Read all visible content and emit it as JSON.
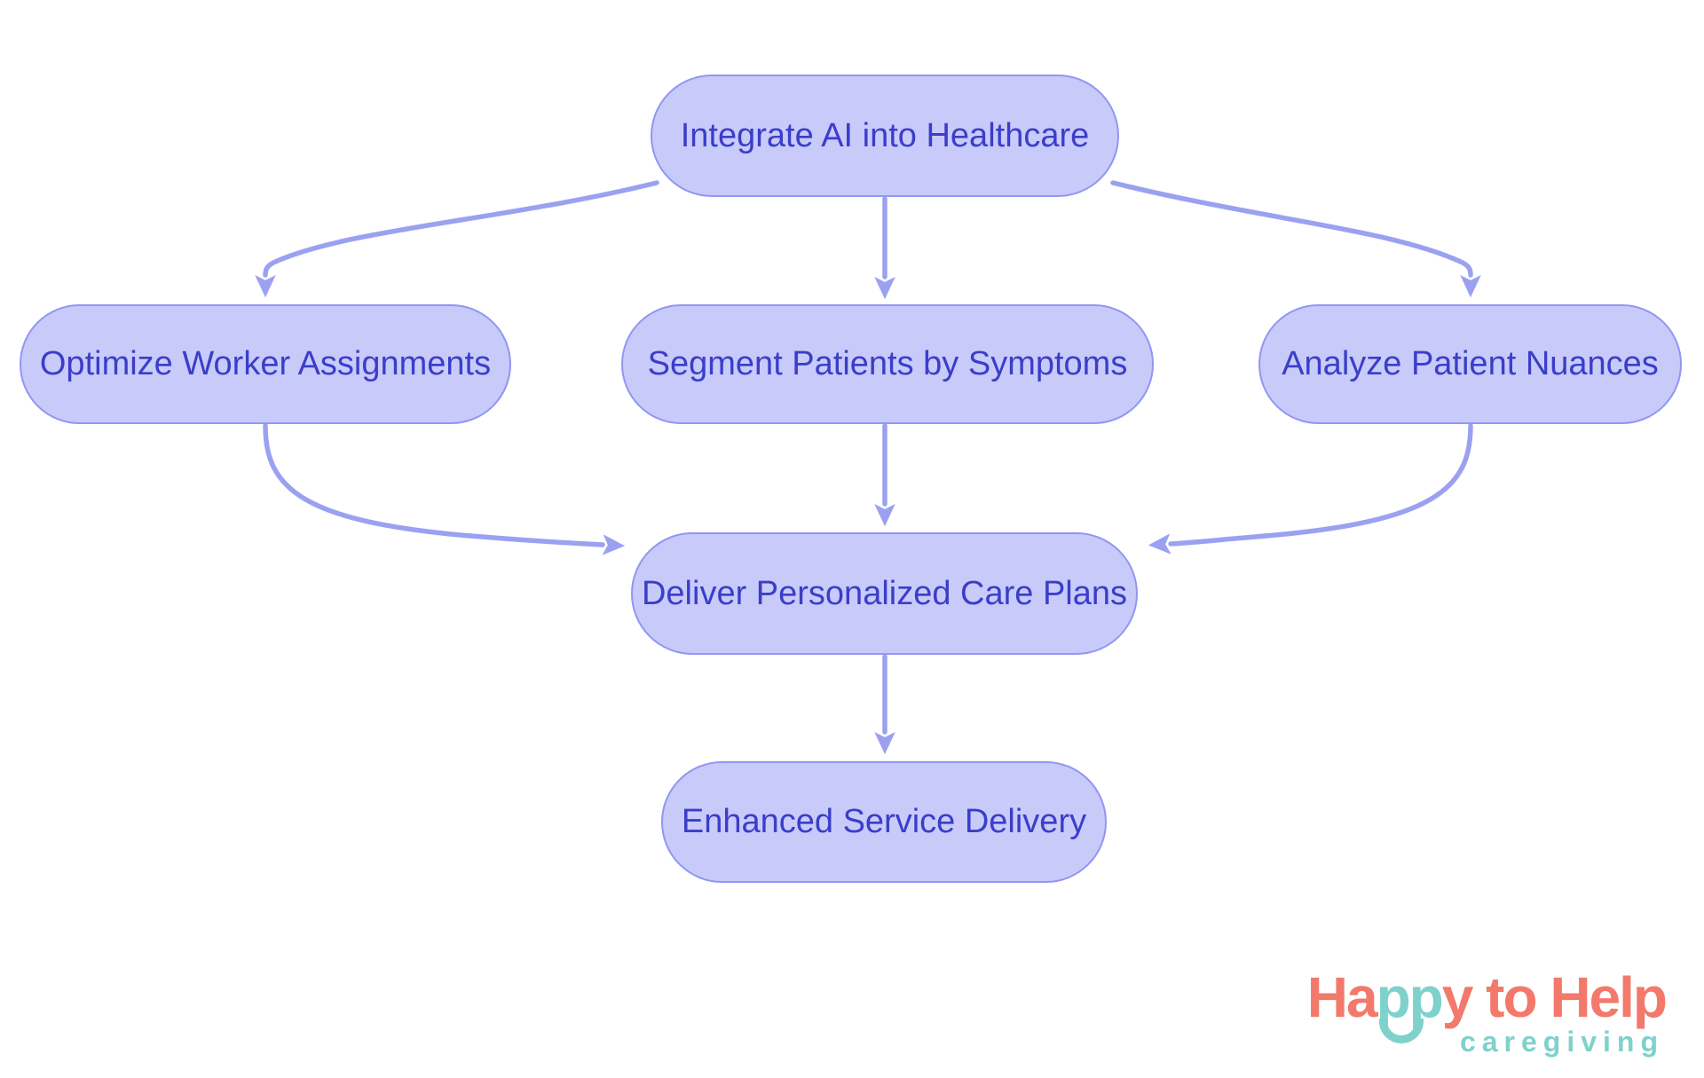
{
  "diagram": {
    "type": "flowchart",
    "nodes": [
      {
        "id": "integrate",
        "label": "Integrate AI into Healthcare"
      },
      {
        "id": "optimize",
        "label": "Optimize Worker Assignments"
      },
      {
        "id": "segment",
        "label": "Segment Patients by Symptoms"
      },
      {
        "id": "analyze",
        "label": "Analyze Patient Nuances"
      },
      {
        "id": "deliver",
        "label": "Deliver Personalized Care Plans"
      },
      {
        "id": "enhanced",
        "label": "Enhanced Service Delivery"
      }
    ],
    "edges": [
      {
        "from": "integrate",
        "to": "optimize"
      },
      {
        "from": "integrate",
        "to": "segment"
      },
      {
        "from": "integrate",
        "to": "analyze"
      },
      {
        "from": "optimize",
        "to": "deliver"
      },
      {
        "from": "segment",
        "to": "deliver"
      },
      {
        "from": "analyze",
        "to": "deliver"
      },
      {
        "from": "deliver",
        "to": "enhanced"
      }
    ],
    "colors": {
      "node_fill": "#c8cafa",
      "node_border": "#9196f2",
      "node_text": "#3a3ec8",
      "arrow": "#9ba1f1"
    }
  },
  "logo": {
    "name": "Happy to Help",
    "part1": "Ha",
    "part2": "pp",
    "part3": "y to Help",
    "tagline": "caregiving",
    "icon": "smile-icon",
    "colors": {
      "coral": "#f3796b",
      "teal": "#7fd1cc"
    }
  }
}
